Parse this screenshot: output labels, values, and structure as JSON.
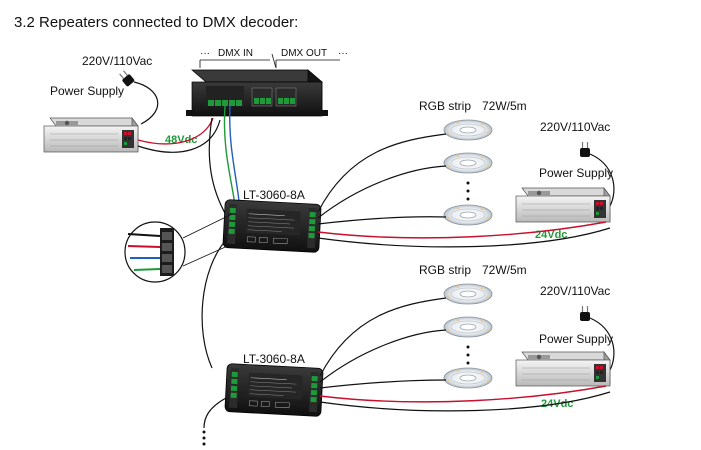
{
  "heading": "3.2 Repeaters connected to DMX decoder:",
  "top_psu": {
    "mains": "220V/110Vac",
    "label": "Power Supply",
    "voltage": "48Vdc"
  },
  "decoder": {
    "dmx_in": "DMX IN",
    "dmx_out": "DMX OUT"
  },
  "repeaters": [
    {
      "model": "LT-3060-8A",
      "strip_label": "RGB strip",
      "strip_power": "72W/5m",
      "mains": "220V/110Vac",
      "psu_label": "Power Supply",
      "voltage": "24Vdc"
    },
    {
      "model": "LT-3060-8A",
      "strip_label": "RGB strip",
      "strip_power": "72W/5m",
      "mains": "220V/110Vac",
      "psu_label": "Power Supply",
      "voltage": "24Vdc"
    }
  ],
  "colors": {
    "voltage_text": "#1e9a3a",
    "wire_red": "#c8102e",
    "wire_blue": "#1f5fbf",
    "wire_green": "#1e9a3a",
    "device_body": "#1c1c1c"
  },
  "icons": [
    "power-supply-icon",
    "dmx-decoder-icon",
    "repeater-icon",
    "led-strip-reel-icon",
    "mains-plug-icon",
    "terminal-zoom-icon"
  ]
}
